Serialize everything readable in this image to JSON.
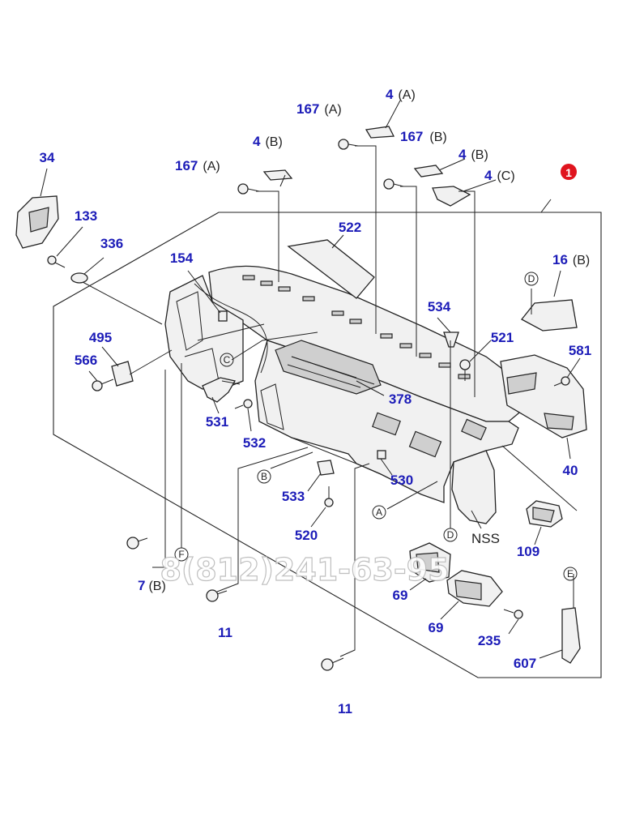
{
  "callouts": [
    {
      "id": "34",
      "num": "34",
      "suffix": ""
    },
    {
      "id": "133",
      "num": "133",
      "suffix": ""
    },
    {
      "id": "336",
      "num": "336",
      "suffix": ""
    },
    {
      "id": "154",
      "num": "154",
      "suffix": ""
    },
    {
      "id": "495",
      "num": "495",
      "suffix": ""
    },
    {
      "id": "566",
      "num": "566",
      "suffix": ""
    },
    {
      "id": "531",
      "num": "531",
      "suffix": ""
    },
    {
      "id": "532",
      "num": "532",
      "suffix": ""
    },
    {
      "id": "533",
      "num": "533",
      "suffix": ""
    },
    {
      "id": "520",
      "num": "520",
      "suffix": ""
    },
    {
      "id": "530",
      "num": "530",
      "suffix": ""
    },
    {
      "id": "378",
      "num": "378",
      "suffix": ""
    },
    {
      "id": "522",
      "num": "522",
      "suffix": ""
    },
    {
      "id": "167a-left",
      "num": "167",
      "suffix": "(A)"
    },
    {
      "id": "4b-left",
      "num": "4",
      "suffix": "(B)"
    },
    {
      "id": "167a-top",
      "num": "167",
      "suffix": "(A)"
    },
    {
      "id": "4a",
      "num": "4",
      "suffix": "(A)"
    },
    {
      "id": "167b",
      "num": "167",
      "suffix": "(B)"
    },
    {
      "id": "4b-right",
      "num": "4",
      "suffix": "(B)"
    },
    {
      "id": "4c",
      "num": "4",
      "suffix": "(C)"
    },
    {
      "id": "534",
      "num": "534",
      "suffix": ""
    },
    {
      "id": "521",
      "num": "521",
      "suffix": ""
    },
    {
      "id": "16b",
      "num": "16",
      "suffix": "(B)"
    },
    {
      "id": "581",
      "num": "581",
      "suffix": ""
    },
    {
      "id": "40",
      "num": "40",
      "suffix": ""
    },
    {
      "id": "109",
      "num": "109",
      "suffix": ""
    },
    {
      "id": "69-left",
      "num": "69",
      "suffix": ""
    },
    {
      "id": "69-right",
      "num": "69",
      "suffix": ""
    },
    {
      "id": "235",
      "num": "235",
      "suffix": ""
    },
    {
      "id": "607",
      "num": "607",
      "suffix": ""
    },
    {
      "id": "7b",
      "num": "7",
      "suffix": "(B)"
    },
    {
      "id": "11-left",
      "num": "11",
      "suffix": ""
    },
    {
      "id": "11-bottom",
      "num": "11",
      "suffix": ""
    }
  ],
  "reference_marks": [
    "A",
    "B",
    "C",
    "D",
    "E",
    "F"
  ],
  "assembly_marker": "1",
  "nss_label": "NSS",
  "watermark": "8(812)241-63-95",
  "colors": {
    "callout": "#1c1cb8",
    "marker": "#e0141e",
    "line": "#222222"
  }
}
